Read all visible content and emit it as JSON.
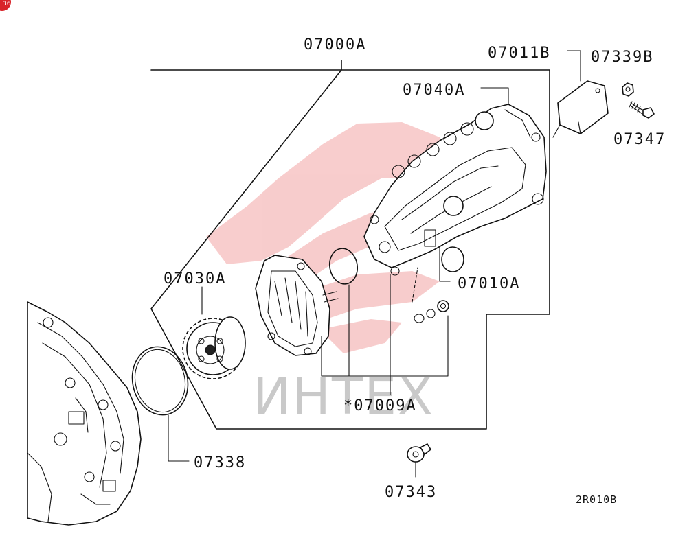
{
  "diagram": {
    "drawing_code": "2R010B",
    "watermark_text": "ИНТЕХ",
    "watermark_color": "#f2a4a4",
    "parts": [
      {
        "id": "assembly",
        "label": "07000A"
      },
      {
        "id": "bracket",
        "label": "07011B"
      },
      {
        "id": "nut",
        "label": "07339B"
      },
      {
        "id": "pump",
        "label": "07040A"
      },
      {
        "id": "bolt-small",
        "label": "07347"
      },
      {
        "id": "gear",
        "label": "07030A"
      },
      {
        "id": "fitting",
        "label": "07010A"
      },
      {
        "id": "seal-kit",
        "label": "*07009A"
      },
      {
        "id": "o-ring",
        "label": "07338"
      },
      {
        "id": "plug-bolt",
        "label": "07343"
      }
    ]
  }
}
